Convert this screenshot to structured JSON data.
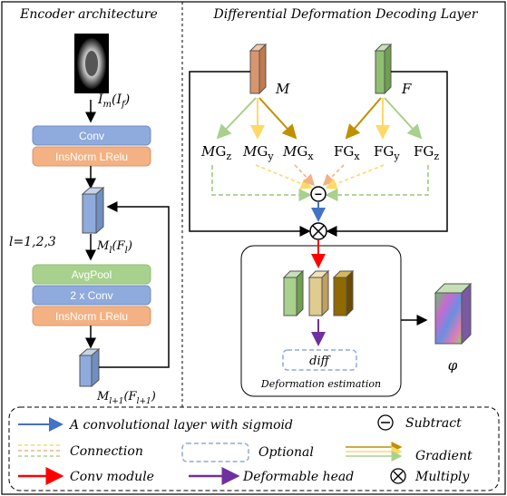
{
  "panels": {
    "left_title": "Encoder architecture",
    "right_title": "Differential Deformation Decoding Layer"
  },
  "encoder": {
    "input_label": "I_m(I_f)",
    "block1": [
      "Conv",
      "InsNorm LRelu"
    ],
    "loop_label": "l=1,2,3",
    "mid_label": "M_l(F_l)",
    "block2": [
      "AvgPool",
      "2 x Conv",
      "InsNorm LRelu"
    ],
    "output_label": "M_{l+1}(F_{l+1})"
  },
  "decoder": {
    "m_label": "M",
    "f_label": "F",
    "m_grads": [
      "MG_z",
      "MG_y",
      "MG_x"
    ],
    "f_grads": [
      "FG_x",
      "FG_y",
      "FG_z"
    ],
    "subtract_symbol": "−",
    "multiply_symbol": "⊗",
    "diff_label": "diff",
    "inner_box_label": "Deformation estimation",
    "phi_label": "φ"
  },
  "legend": {
    "items": [
      {
        "icon": "blue-arrow-icon",
        "label": "A convolutional layer with sigmoid"
      },
      {
        "icon": "subtract-icon",
        "label": "Subtract"
      },
      {
        "icon": "dashed-arrows-icon",
        "label": "Connection"
      },
      {
        "icon": "dashed-box-icon",
        "label": "Optional"
      },
      {
        "icon": "gold-arrows-icon",
        "label": "Gradient"
      },
      {
        "icon": "red-arrow-icon",
        "label": "Conv module"
      },
      {
        "icon": "purple-arrow-icon",
        "label": "Deformable head"
      },
      {
        "icon": "multiply-icon",
        "label": "Multiply"
      }
    ]
  },
  "colors": {
    "conv_blue": "#8faadc",
    "norm_orange": "#f4b183",
    "pool_green": "#a9d18e",
    "m_block": "#d9956b",
    "f_block": "#8fbf6f",
    "arrow_blue": "#4472c4",
    "arrow_red": "#ff0000",
    "arrow_purple": "#7030a0",
    "arrow_gold": "#bf9000"
  }
}
